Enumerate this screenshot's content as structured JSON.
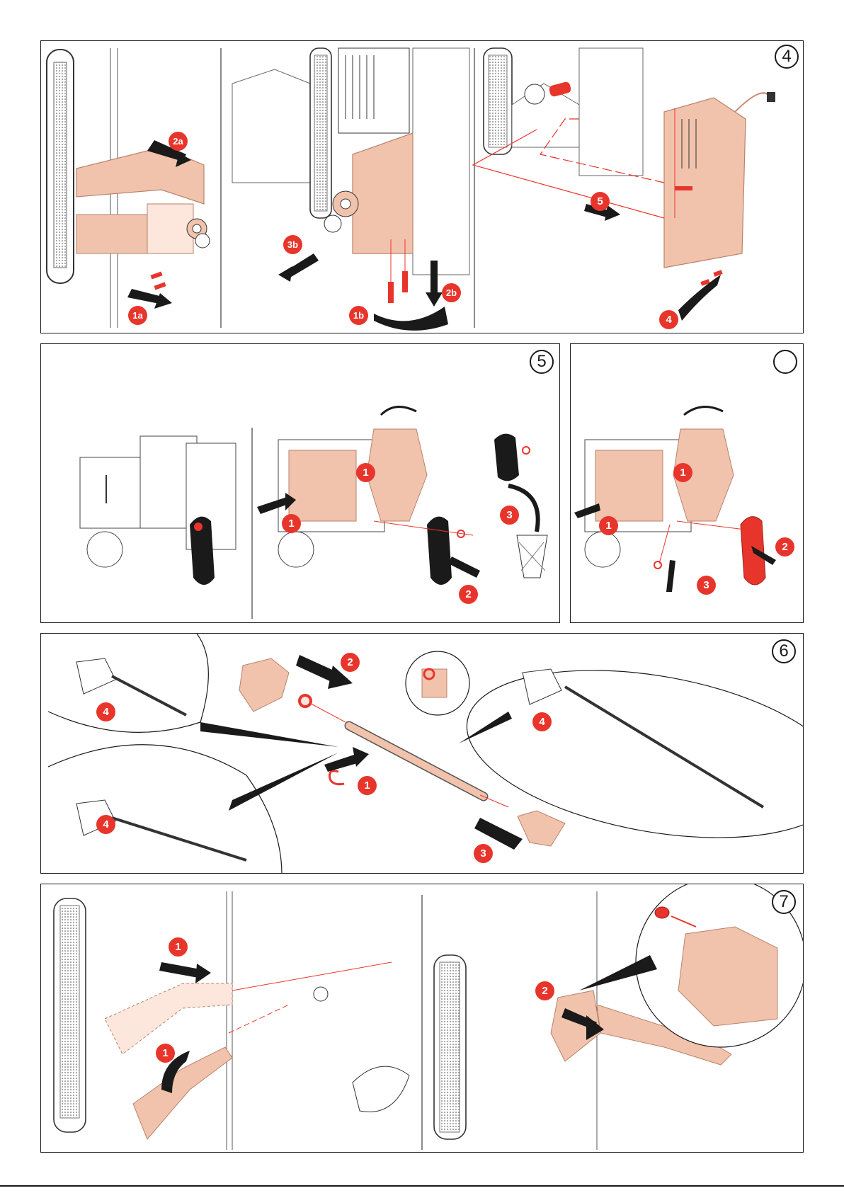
{
  "colors": {
    "accent": "#e8352c",
    "part": "#f2c3ac",
    "partStroke": "#b8826a",
    "line": "#1a1a1a",
    "linework": "#9a9a9a"
  },
  "panel_step4": {
    "step": "4",
    "callouts": [
      "2a",
      "1a",
      "3b",
      "2b",
      "1b",
      "5",
      "4"
    ]
  },
  "panel_step5": {
    "step": "5",
    "callouts": [
      "1",
      "1",
      "3",
      "2"
    ]
  },
  "panel_step5b": {
    "step": "",
    "callouts": [
      "1",
      "1",
      "2",
      "3"
    ]
  },
  "panel_step6": {
    "step": "6",
    "callouts": [
      "2",
      "1",
      "3",
      "4",
      "4",
      "4"
    ]
  },
  "panel_step7": {
    "step": "7",
    "callouts": [
      "1",
      "1",
      "2"
    ]
  }
}
